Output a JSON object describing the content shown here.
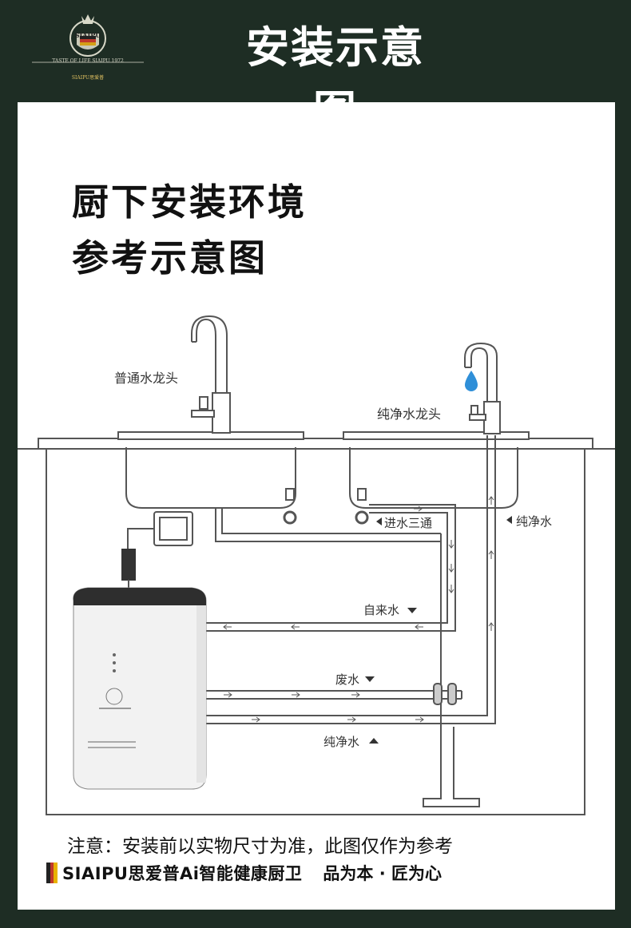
{
  "header": {
    "title": "安装示意图",
    "logo": {
      "brand": "SIAIPU",
      "tagline": "TASTE OF LIFE SIAIPU 1972",
      "sub": "SIAIPU思爱普"
    }
  },
  "main": {
    "title_line1": "厨下安装环境",
    "title_line2": "参考示意图"
  },
  "labels": {
    "regular_faucet": "普通水龙头",
    "pure_faucet": "纯净水龙头",
    "inlet_tee": "进水三通",
    "pure_water_right": "纯净水",
    "tap_water": "自来水",
    "waste_water": "废水",
    "pure_water_bottom": "纯净水"
  },
  "footer": {
    "note": "注意：安装前以实物尺寸为准，此图仅作为参考",
    "brand_text": "SIAIPU思爱普Ai智能健康厨卫",
    "slogan": "品为本 · 匠为心"
  },
  "colors": {
    "background": "#1e2d24",
    "panel": "#ffffff",
    "line": "#555555",
    "water_drop": "#2f8fd8"
  }
}
